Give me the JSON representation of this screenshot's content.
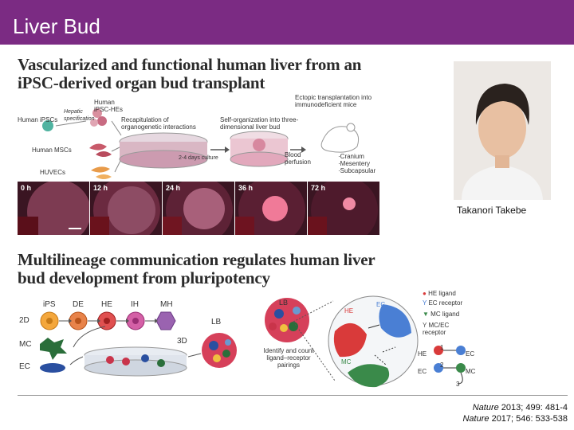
{
  "slide": {
    "title": "Liver Bud",
    "accent_color": "#7b2b83"
  },
  "panel_top": {
    "title_line1": "Vascularized and functional human liver from an",
    "title_line2": "iPSC-derived organ bud transplant",
    "labels": {
      "human_ipscs": "Human iPSCs",
      "hepatic_spec": "Hepatic specification",
      "human_ipsc_hes": "Human iPSC-HEs",
      "recap": "Recapitulation of organogenetic interactions",
      "self_org": "Self-organization into three-dimensional liver bud",
      "ectopic": "Ectopic transplantation into immunodeficient mice",
      "human_mscs": "Human MSCs",
      "huvecs": "HUVECs",
      "coculture": "2-4 days culture",
      "blood": "Blood perfusion",
      "sites": "·Cranium ·Mesentery ·Subcapsular"
    },
    "timepoints": [
      "0 h",
      "12 h",
      "24 h",
      "36 h",
      "72 h"
    ]
  },
  "panel_bottom": {
    "title_line1": "Multilineage communication regulates human liver",
    "title_line2": "bud development from pluripotency",
    "stages": [
      "iPS",
      "DE",
      "HE",
      "IH",
      "MH"
    ],
    "rows": [
      "2D",
      "MC",
      "EC"
    ],
    "lb": "LB",
    "three_d": "3D",
    "identify": "Identify and count ligand–receptor pairings",
    "zoom_labels": {
      "lb": "LB",
      "he": "HE",
      "ec": "EC",
      "mc": "MC"
    },
    "legend": {
      "he_ligand": "HE ligand",
      "ec_receptor": "EC receptor",
      "mc_ligand": "MC ligand",
      "mcec_receptor": "MC/EC receptor",
      "pair1_from": "HE",
      "pair1_to": "EC",
      "pair1_num": "1",
      "pair2_from": "EC",
      "pair2_to": "MC",
      "pair2_num": "2",
      "pair3_num": "3"
    }
  },
  "photo": {
    "caption": "Takanori Takebe"
  },
  "citations": {
    "c1_journal": "Nature",
    "c1_rest": " 2013; 499: 481-4",
    "c2_journal": "Nature",
    "c2_rest": " 2017; 546: 533-538"
  }
}
